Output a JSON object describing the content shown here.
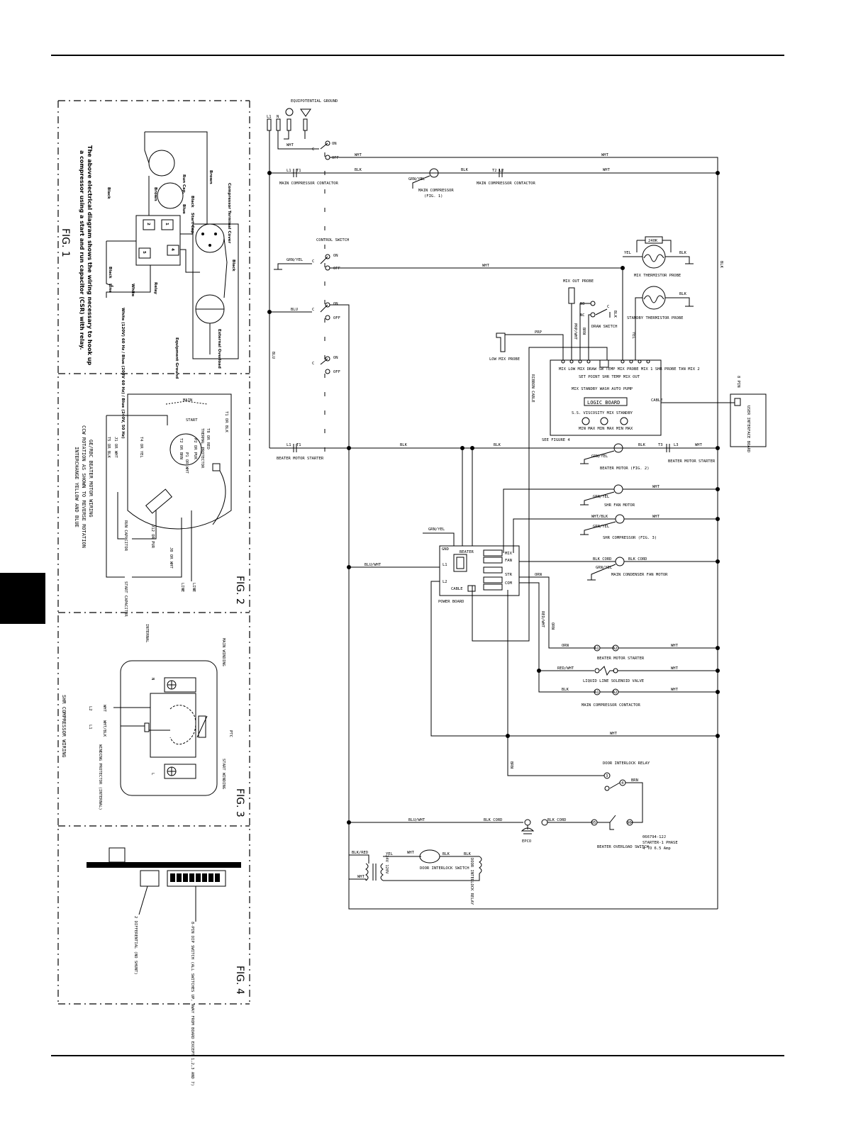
{
  "page": {
    "tab_color": "#000000"
  },
  "fig1": {
    "caption": "FIG. 1",
    "note_line1": "The above electrical diagram shows the wiring necessary to hook up",
    "note_line2": "a compressor using a start and run capacitor (CSR) with relay.",
    "labels": {
      "compressor_terminal_cover": "Compressor Terminal Cover",
      "brown": "Brown",
      "black": "Black",
      "blue": "Blue",
      "run_cap": "Run Cap.",
      "start_cap": "Start Cap.",
      "relay": "Relay",
      "white": "White",
      "line": "Line",
      "external_overload": "External Overload",
      "equipment_ground": "Equipment Ground",
      "volt_note": "White (120V) 60 Hz / Blue (208V 60 Hz) / Blue (240V, 50 Hz)",
      "t1": "1",
      "t2": "2",
      "t4": "4",
      "t5": "5"
    }
  },
  "fig2": {
    "caption": "FIG. 2",
    "title_line1": "GE/RBC BEATER MOTOR WIRING",
    "title_line2": "CCW ROTATION AS SHOWN TO REVERSE ROTATION",
    "title_line3": "INTERCHANGE YELLOW AND BLUE",
    "labels": {
      "main": "MAIN",
      "start": "START",
      "t1_or_blk": "T1 OR BLK",
      "t5_or_blk": "T5 OR BLK",
      "j1_or_wht": "J1 OR WHT",
      "t4_or_yel": "T4 OR YEL",
      "t8_or_red": "T8 OR RED",
      "thermal_protector": "THERMAL PROTECTOR",
      "p2_or_pur": "P2 OR PUR",
      "p1_or_wht": "P1 OR WHT",
      "t2_or_brn": "T2 OR BRN",
      "run_capacitor": "RUN CAPACITOR",
      "j12_or_pur": "J12 OR PUR",
      "j8_or_wht": "J8 OR WHT",
      "start_capacitor": "START CAPACITOR",
      "line1": "LINE",
      "line2": "LINE"
    }
  },
  "fig3": {
    "caption": "FIG. 3",
    "title": "SHR COMPRESSOR WIRING",
    "labels": {
      "internal": "INTERNAL",
      "main_winding": "MAIN WINDING",
      "ptc": "PTC",
      "start_winding": "START WINDING",
      "winding_protector": "WINDING PROTECTOR (INTERNAL)",
      "l2": "L2",
      "wht": "WHT",
      "l1": "L1",
      "wht_blk": "WHT/BLK",
      "n": "N",
      "l": "L"
    }
  },
  "fig4": {
    "caption": "FIG. 4",
    "labels": {
      "shunt": "2 DIFFERENTIAL (NO SHUNT)",
      "dip_switch": "8-PIN DIP SWITCH (ALL SWITCHES UP, AWAY FROM BOARD EXCEPT 1,2,3 AND 7)"
    }
  },
  "main": {
    "equipotential_ground": "EQUIPOTENTIAL GROUND",
    "terminals": {
      "l1": "L1",
      "n": "N"
    },
    "wires": {
      "wht": "WHT",
      "blk": "BLK",
      "blu": "BLU",
      "grn_yel": "GRN/YEL",
      "yel": "YEL",
      "prp": "PRP",
      "prp_wht": "PRP/WHT",
      "brn": "BRN",
      "orn": "ORN",
      "red_wht": "RED/WHT",
      "blu_wht": "BLU/WHT",
      "wht_blk": "WHT/BLK",
      "blk_cord": "BLK CORD",
      "ribbon_cable": "RIBBON CABLE",
      "blk_red": "BLK/RED"
    },
    "switch_on": "ON",
    "switch_off": "OFF",
    "switch_c": "C",
    "control_switch": "CONTROL SWITCH",
    "l1_t1": "L1",
    "t1": "T1",
    "main_compressor_contactor": "MAIN COMPRESSOR CONTACTOR",
    "main_compressor": "MAIN COMPRESSOR",
    "fig1_ref": "(FIG. 1)",
    "t2_l2": "T2 L2",
    "mix_out_probe": "MIX OUT PROBE",
    "no": "NO",
    "nc": "NC",
    "draw_switch": "DRAW SWITCH",
    "low_mix_probe": "LOW MIX PROBE",
    "thermistor_value": "240K",
    "mix_thermistor_probe": "MIX THERMISTOR PROBE",
    "standby_thermistor_probe": "STANDBY THERMISTOR PROBE",
    "logic_board": {
      "title": "LOGIC BOARD",
      "connectors": "MIX LOW MIX DRAW SW TEMP MIX PROBE MIX 1 SHR PROBE TAN MIX 2",
      "row1": "SET POINT SHR TEMP MIX OUT",
      "row2": "MIX  STANDBY  WASH  AUTO  PUMP",
      "row3": "S.S. VISCOSITY  MIX  STANDBY",
      "adj": "MIN MAX  MIN MAX  MIN MAX",
      "cable": "CABLE",
      "see_figure": "SEE FIGURE 4"
    },
    "user_interface_board": "USER INTERFACE BOARD",
    "dip_ref": "8 PIN",
    "beater_motor_starter": "BEATER MOTOR STARTER",
    "beater_motor": "BEATER MOTOR (FIG. 2)",
    "t3": "T3",
    "l3": "L3",
    "shr_fan_motor": "SHR FAN MOTOR",
    "shr_compressor": "SHR COMPRESSOR (FIG. 3)",
    "main_condenser_fan_motor": "MAIN CONDENSER FAN MOTOR",
    "power_board": {
      "title": "POWER BOARD",
      "gnd": "GND",
      "beater": "BEATER",
      "mix": "MIX",
      "fan": "FAN",
      "str": "STR",
      "com": "COM",
      "l1": "L1",
      "l2": "L2",
      "cable": "CABLE"
    },
    "a1": "A1",
    "a2": "A2",
    "liquid_line_solenoid": "LIQUID LINE SOLENOID VALVE",
    "door_interlock_relay": "DOOR INTERLOCK RELAY",
    "door_interlock_switch": "DOOR INTERLOCK SWITCH",
    "door_interlock_relay_short": "DOOR INTERLOCK RELAY",
    "beater_overload_switch": "BEATER OVERLOAD SWITCH",
    "epco": "EPCO",
    "starter_note1": "066794-12J",
    "starter_note2": "STARTER-1 PHASE",
    "starter_note3": "4 TO 6.5 Amp",
    "n95": "95",
    "n96": "96",
    "n4": "4",
    "n3": "3",
    "n1": "1",
    "n2": "2",
    "transformer": "24V  120V"
  }
}
